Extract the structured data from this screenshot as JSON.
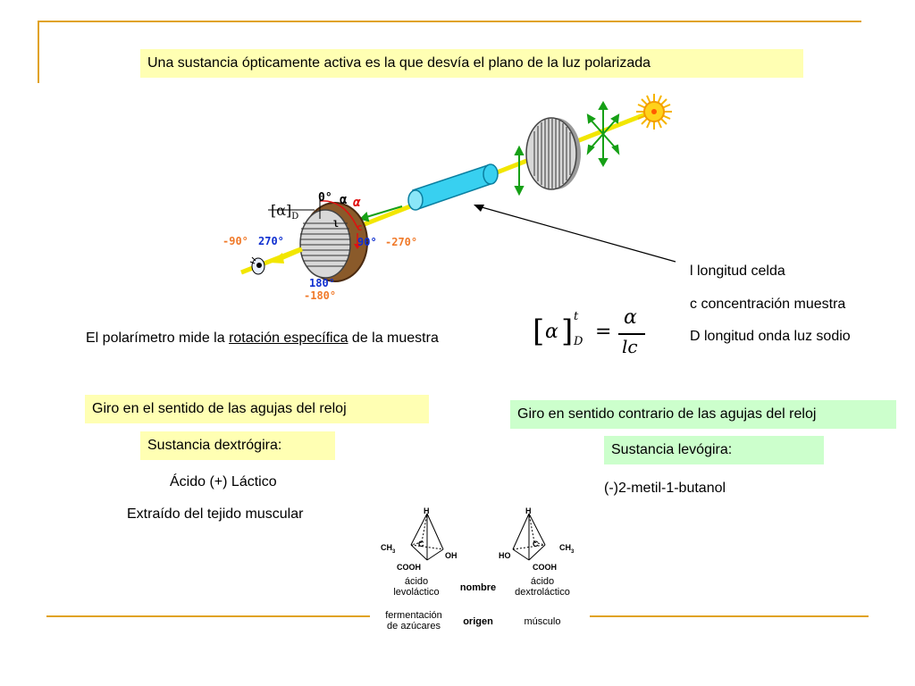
{
  "title": "Una sustancia ópticamente activa es la que desvía el plano de la luz polarizada",
  "diagram": {
    "label_alpha_d": "[α]",
    "label_alpha_d_sub": "D",
    "label_0": "0°",
    "label_alpha1": "α",
    "label_alpha2": "α",
    "label_c": "c",
    "label_l": "l",
    "label_neg90": "-90°",
    "label_270": "270°",
    "label_90": "90°",
    "label_neg270": "-270°",
    "label_180": "180°",
    "label_neg180": "-180°"
  },
  "legend": {
    "l": "l longitud celda",
    "c": "c concentración muestra",
    "d": "D longitud onda luz sodio"
  },
  "polarimetro": {
    "prefix": "El polarímetro mide la ",
    "link": "rotación específica",
    "suffix": " de la muestra"
  },
  "formula": {
    "alpha": "α",
    "sup": "t",
    "sub": "D",
    "eq": "=",
    "num": "α",
    "den": "lc"
  },
  "left": {
    "heading": "Giro en el sentido de las agujas del reloj",
    "subheading": "Sustancia dextrógira:",
    "line1": "Ácido (+) Láctico",
    "line2": "Extraído del tejido muscular"
  },
  "right": {
    "heading": "Giro en sentido contrario de las agujas del reloj",
    "subheading": "Sustancia levógira:",
    "line1": "(-)2-metil-1-butanol"
  },
  "molecules": {
    "h": "H",
    "c": "C",
    "ch3": "CH",
    "ch3_sub": "3",
    "oh": "OH",
    "ho": "HO",
    "cooh": "COOH",
    "left_name": "ácido\nlevoláctico",
    "right_name": "ácido\ndextroláctico",
    "nombre": "nombre",
    "left_origin": "fermentación\nde azúcares",
    "origen": "origen",
    "right_origin": "músculo"
  },
  "colors": {
    "rule": "#e0a21f",
    "yellow_box": "#ffffb3",
    "green_box": "#ccffcc",
    "orange_label": "#f07a2a",
    "blue_label": "#1030d0",
    "red_label": "#e01010"
  }
}
